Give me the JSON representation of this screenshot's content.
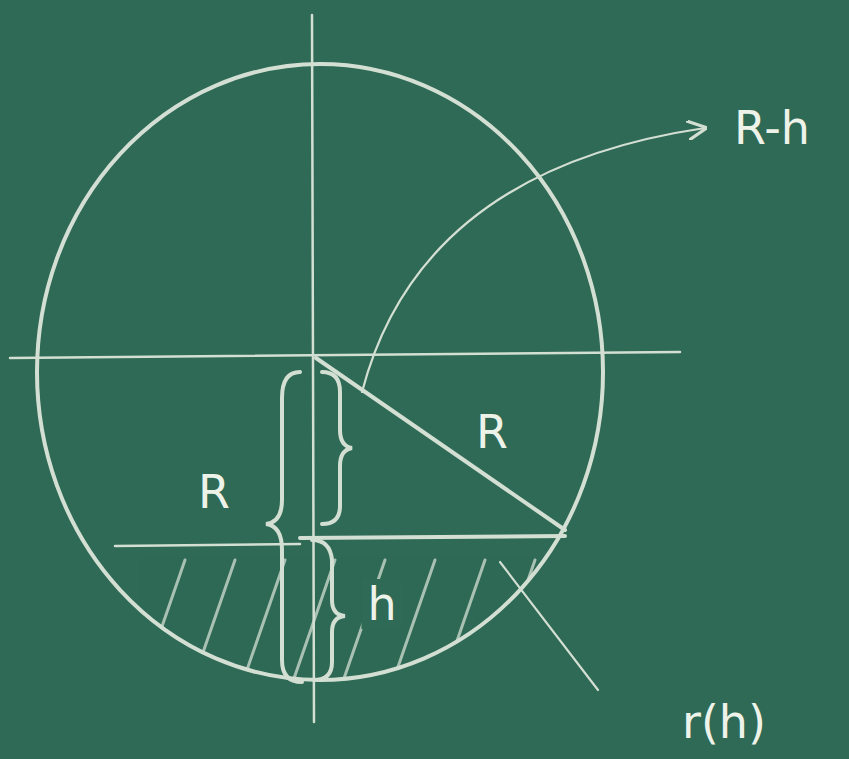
{
  "diagram": {
    "labels": [
      "R-h",
      "R",
      "R",
      "h",
      "r(h)"
    ]
  }
}
